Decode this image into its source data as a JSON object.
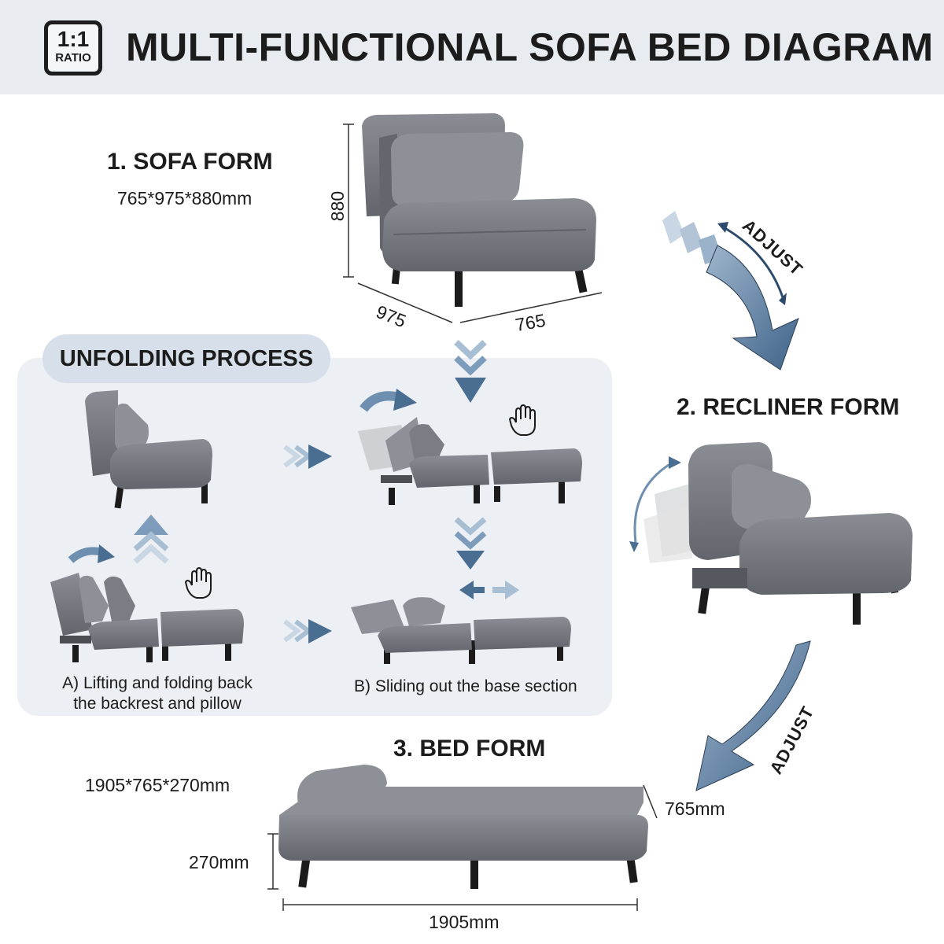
{
  "header": {
    "ratio_top": "1:1",
    "ratio_bottom": "RATIO",
    "title": "MULTI-FUNCTIONAL SOFA BED DIAGRAM"
  },
  "sofa": {
    "heading": "1. SOFA FORM",
    "size": "765*975*880mm",
    "height_label": "880",
    "depth_label": "975",
    "width_label": "765"
  },
  "recliner": {
    "heading": "2. RECLINER FORM"
  },
  "bed": {
    "heading": "3. BED FORM",
    "size": "1905*765*270mm",
    "height_label": "270mm",
    "width_label": "765mm",
    "length_label": "1905mm"
  },
  "unfolding": {
    "title": "UNFOLDING PROCESS",
    "caption_a": "A) Lifting and folding back\nthe backrest and pillow",
    "caption_b": "B) Sliding out the base section"
  },
  "adjust_label": "ADJUST",
  "colors": {
    "header_bg": "#e8ecf1",
    "panel_bg": "#eceff3",
    "pill_bg": "#d7e0ea",
    "arrow_blue": "#4a6d92",
    "arrow_light": "#b9c9da",
    "fabric": "#777b81",
    "fabric_dark": "#5c6066",
    "leg": "#1b1b1b"
  },
  "icons": [
    "hand-icon",
    "chevron-arrow-icon",
    "curved-arrow-icon",
    "double-arrow-icon"
  ]
}
